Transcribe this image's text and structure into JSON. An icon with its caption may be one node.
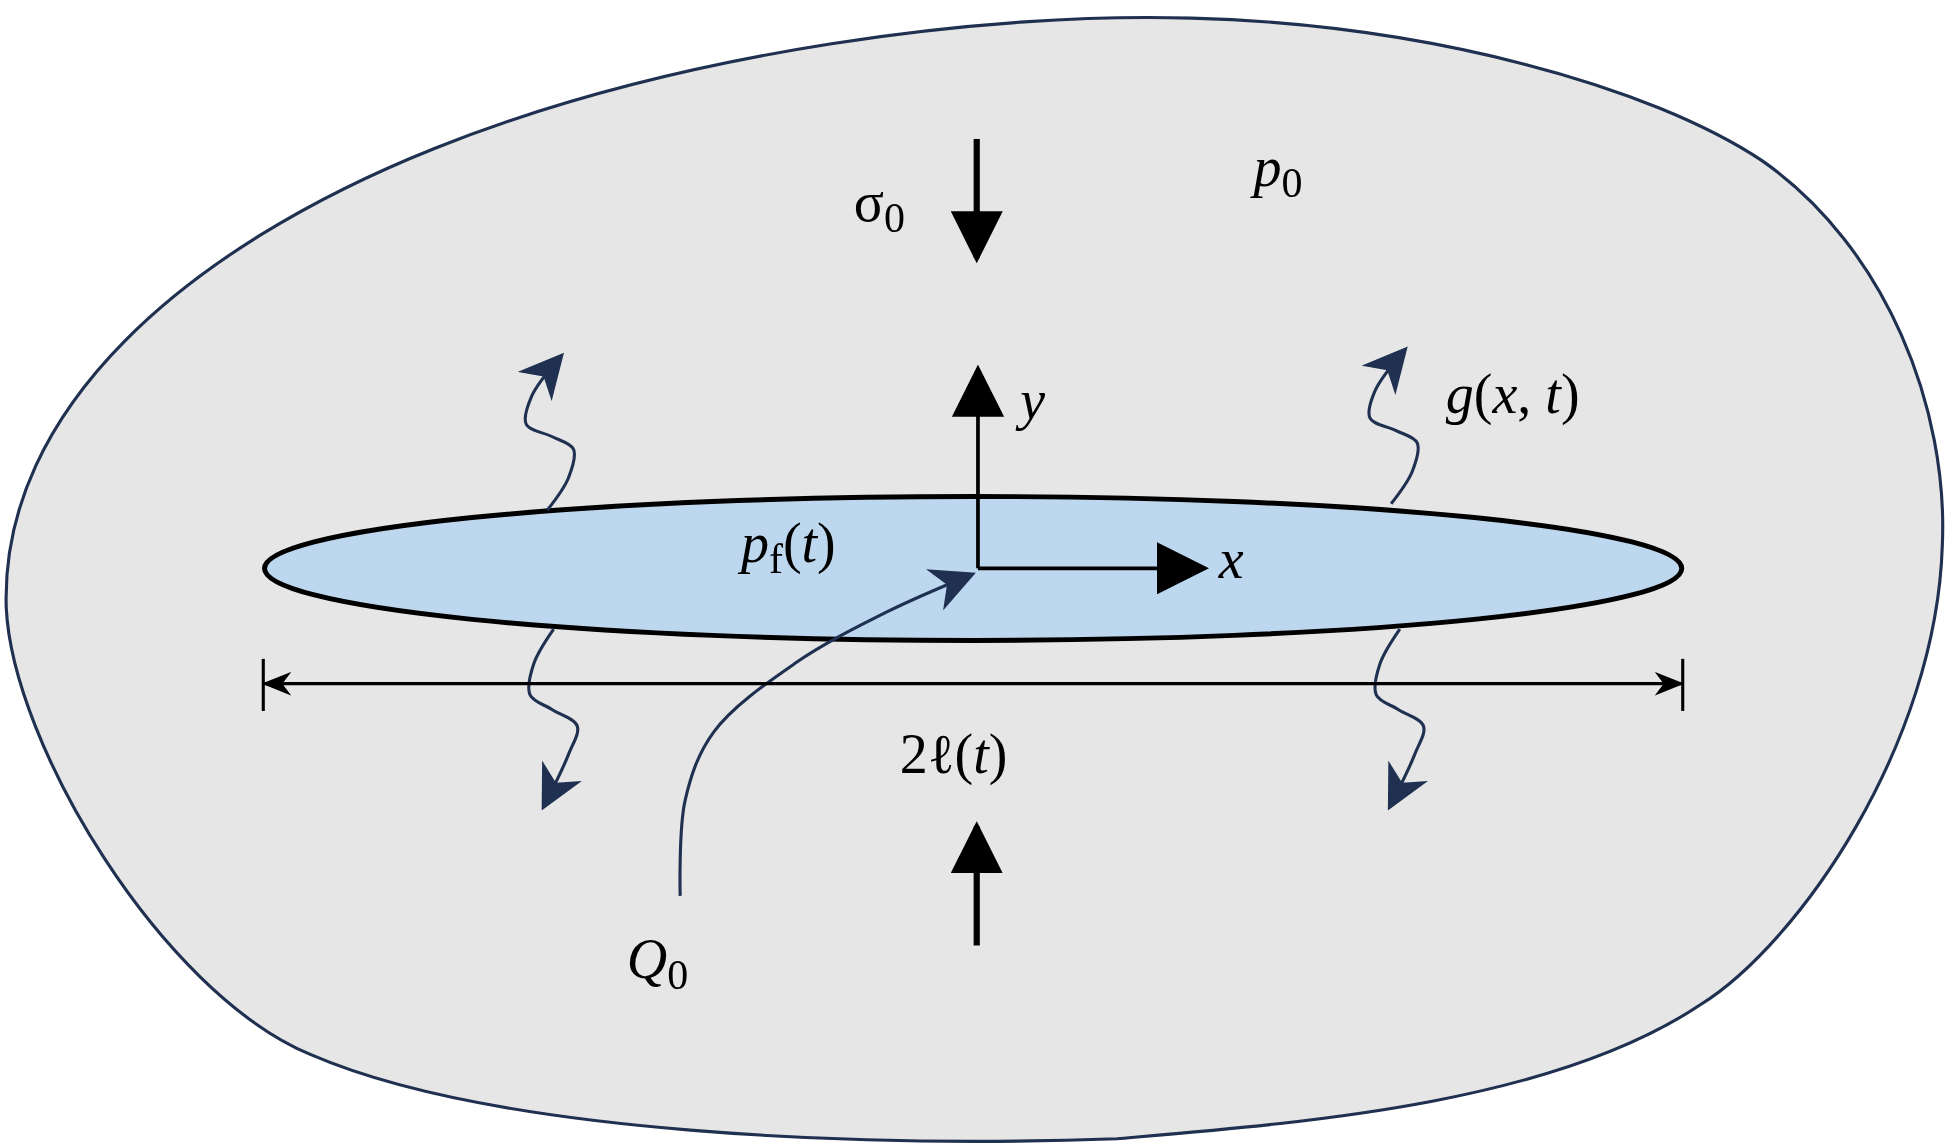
{
  "diagram": {
    "nodes": [
      {
        "text": [
          "*p*$_{0}$"
        ]
      },
      {
        "text": [
          "*p*$_{f}$(*t*)"
        ],
        "in": 0
      },
      {
        "text": [
          "*Q*$_{0}$"
        ],
        "in": 0
      }
    ],
    "edges": [
      {
        "from": 2,
        "to": 1,
        "arrow": "to"
      },
      {
        "from": 1,
        "to": null,
        "arrow": "to"
      },
      {
        "from": 1,
        "to": null,
        "arrow": "to"
      },
      {
        "from": 1,
        "to": null,
        "arrow": "to"
      },
      {
        "from": 1,
        "to": null,
        "arrow": "to"
      }
    ],
    "labels": [
      "σ$_{0}$",
      "*y*",
      "*g*(*x*, *t*)",
      "*x*",
      "2ℓ(*t*)"
    ]
  }
}
